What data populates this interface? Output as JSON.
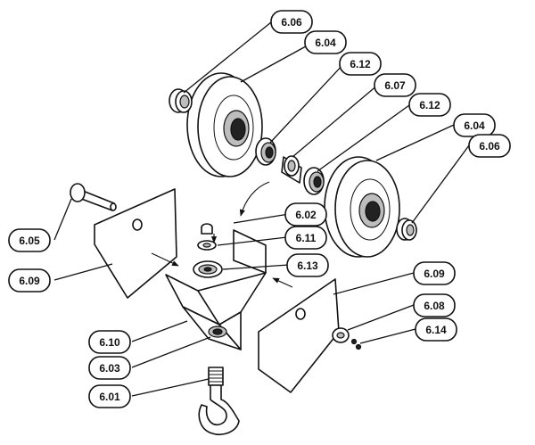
{
  "callouts": [
    {
      "id": "c1",
      "label": "6.06"
    },
    {
      "id": "c2",
      "label": "6.04"
    },
    {
      "id": "c3",
      "label": "6.12"
    },
    {
      "id": "c4",
      "label": "6.07"
    },
    {
      "id": "c5",
      "label": "6.12"
    },
    {
      "id": "c6",
      "label": "6.04"
    },
    {
      "id": "c7",
      "label": "6.06"
    },
    {
      "id": "c8",
      "label": "6.02"
    },
    {
      "id": "c9",
      "label": "6.11"
    },
    {
      "id": "c10",
      "label": "6.13"
    },
    {
      "id": "c11",
      "label": "6.05"
    },
    {
      "id": "c12",
      "label": "6.09"
    },
    {
      "id": "c13",
      "label": "6.09"
    },
    {
      "id": "c14",
      "label": "6.08"
    },
    {
      "id": "c15",
      "label": "6.14"
    },
    {
      "id": "c16",
      "label": "6.10"
    },
    {
      "id": "c17",
      "label": "6.03"
    },
    {
      "id": "c18",
      "label": "6.01"
    }
  ]
}
